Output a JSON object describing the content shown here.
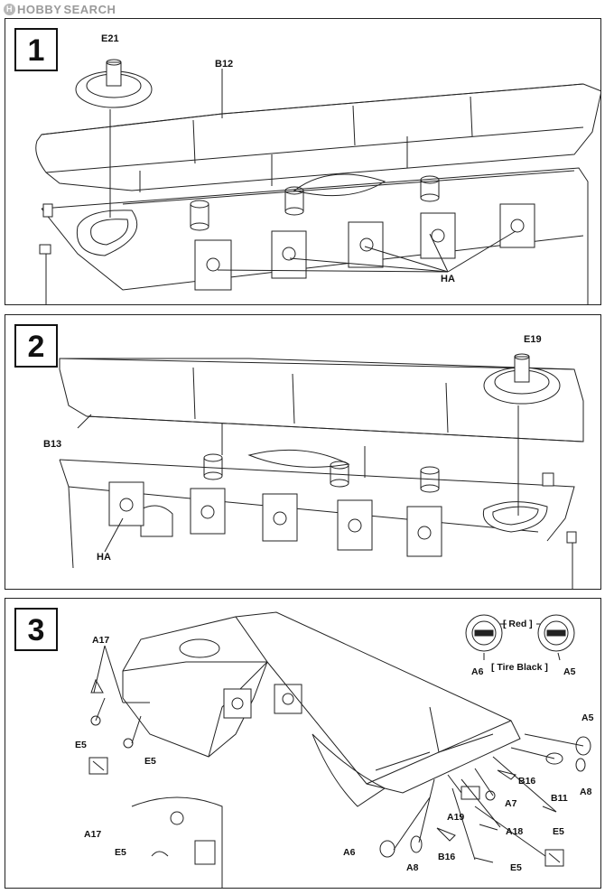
{
  "watermark": {
    "brand": "HOBBY",
    "suffix": "SEARCH"
  },
  "steps": [
    {
      "number": "1",
      "labels": {
        "e21": "E21",
        "b12": "B12",
        "ha": "HA"
      }
    },
    {
      "number": "2",
      "labels": {
        "e19": "E19",
        "b13": "B13",
        "ha": "HA"
      }
    },
    {
      "number": "3",
      "labels": {
        "red": "[ Red ]",
        "tire_black": "[ Tire Black ]",
        "a6_top": "A6",
        "a5_top": "A5",
        "a17_left": "A17",
        "e5_left_a": "E5",
        "e5_left_b": "E5",
        "a5_right": "A5",
        "b16_right": "B16",
        "b11": "B11",
        "a8_right": "A8",
        "a7": "A7",
        "a19": "A19",
        "a18": "A18",
        "e5_right": "E5",
        "a17_bottom": "A17",
        "e5_bottom": "E5",
        "a6_bottom": "A6",
        "a8_bottom": "A8",
        "b16_bottom": "B16",
        "e5_bottom_right": "E5"
      }
    }
  ]
}
